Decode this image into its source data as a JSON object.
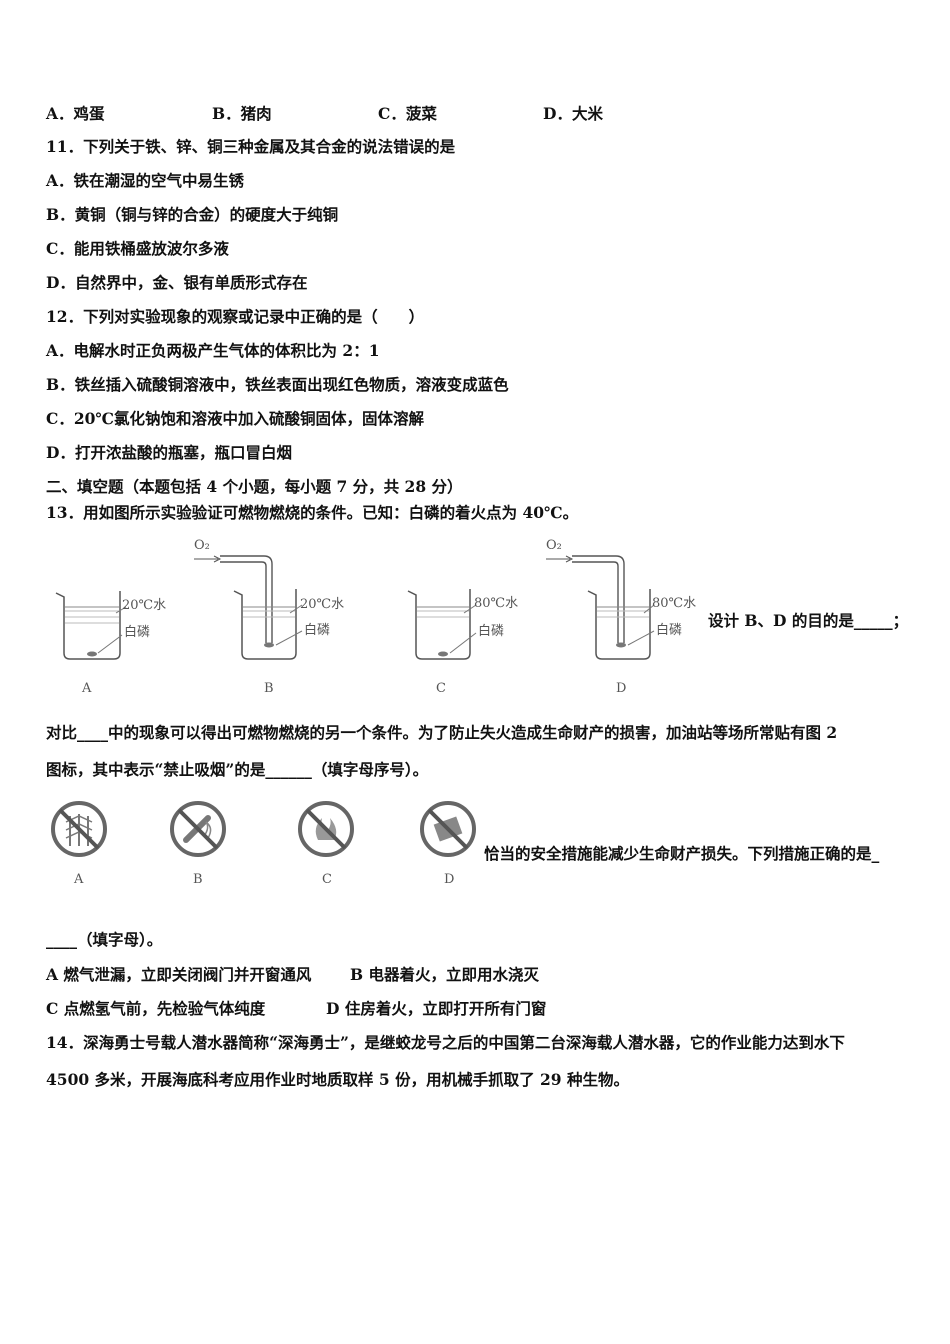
{
  "q10_options": [
    "A．鸡蛋",
    "B．猪肉",
    "C．菠菜",
    "D．大米"
  ],
  "q11": {
    "stem": "11．下列关于铁、锌、铜三种金属及其合金的说法错误的是",
    "options": [
      "A．铁在潮湿的空气中易生锈",
      "B．黄铜（铜与锌的合金）的硬度大于纯铜",
      "C．能用铁桶盛放波尔多液",
      "D．自然界中，金、银有单质形式存在"
    ]
  },
  "q12": {
    "stem": "12．下列对实验现象的观察或记录中正确的是（　　）",
    "options": [
      "A．电解水时正负两极产生气体的体积比为 2：1",
      "B．铁丝插入硫酸铜溶液中，铁丝表面出现红色物质，溶液变成蓝色",
      "C．20℃氯化钠饱和溶液中加入硫酸铜固体，固体溶解",
      "D．打开浓盐酸的瓶塞，瓶口冒白烟"
    ]
  },
  "section2_title": "二、填空题（本题包括 4 个小题，每小题 7 分，共 28 分）",
  "q13": {
    "stem": "13．用如图所示实验验证可燃物燃烧的条件。已知：白磷的着火点为 40℃。",
    "beakers": [
      {
        "label": "A",
        "temp": "20℃水",
        "substance": "白磷",
        "o2": ""
      },
      {
        "label": "B",
        "temp": "20℃水",
        "substance": "白磷",
        "o2": "O₂"
      },
      {
        "label": "C",
        "temp": "80℃水",
        "substance": "白磷",
        "o2": ""
      },
      {
        "label": "D",
        "temp": "80℃水",
        "substance": "白磷",
        "o2": "O₂"
      }
    ],
    "design_text": "设计 B、D 的目的是_____；",
    "line2": "对比____中的现象可以得出可燃物燃烧的另一个条件。为了防止失火造成生命财产的损害，加油站等场所常贴有图 2",
    "line3": "图标，其中表示“禁止吸烟”的是______（填字母序号）。",
    "signs": [
      "A",
      "B",
      "C",
      "D"
    ],
    "safety_text": "恰当的安全措施能减少生命财产损失。下列措施正确的是_",
    "line4": "____（填字母）。",
    "measures_row1": [
      "A 燃气泄漏，立即关闭阀门并开窗通风",
      "B 电器着火，立即用水浇灭"
    ],
    "measures_row2": [
      "C 点燃氢气前，先检验气体纯度",
      "D 住房着火，立即打开所有门窗"
    ]
  },
  "q14": {
    "line1": "14．深海勇士号载人潜水器简称“深海勇士”，是继蛟龙号之后的中国第二台深海载人潜水器，它的作业能力达到水下",
    "line2": "4500 多米，开展海底科考应用作业时地质取样 5 份，用机械手抓取了 29 种生物。"
  }
}
